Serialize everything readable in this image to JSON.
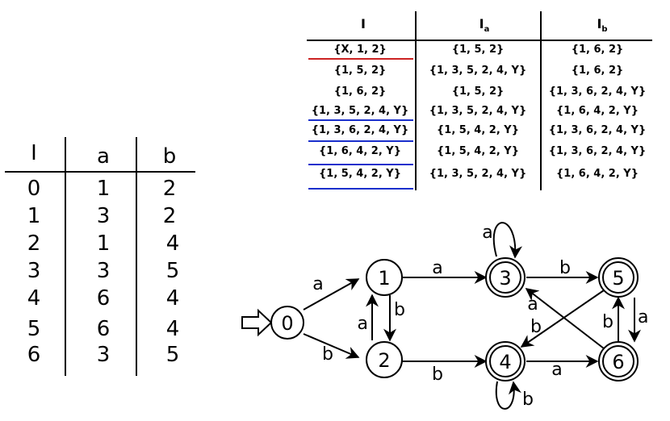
{
  "left_table": {
    "headers": [
      "I",
      "a",
      "b"
    ],
    "rows": [
      [
        "0",
        "1",
        "2"
      ],
      [
        "1",
        "3",
        "2"
      ],
      [
        "2",
        "1",
        "4"
      ],
      [
        "3",
        "3",
        "5"
      ],
      [
        "4",
        "6",
        "4"
      ],
      [
        "5",
        "6",
        "4"
      ],
      [
        "6",
        "3",
        "5"
      ]
    ]
  },
  "subset_table": {
    "header_i": "I",
    "header_ia_base": "I",
    "header_ia_sub": "a",
    "header_ib_base": "I",
    "header_ib_sub": "b",
    "rows": [
      [
        "{X, 1, 2}",
        "{1, 5, 2}",
        "{1, 6, 2}"
      ],
      [
        "{1, 5, 2}",
        "{1, 3, 5, 2, 4, Y}",
        "{1, 6, 2}"
      ],
      [
        "{1, 6, 2}",
        "{1, 5, 2}",
        "{1, 3, 6, 2, 4, Y}"
      ],
      [
        "{1, 3, 5, 2, 4, Y}",
        "{1, 3, 5, 2, 4, Y}",
        "{1, 6, 4, 2, Y}"
      ],
      [
        "{1, 3, 6, 2, 4, Y}",
        "{1, 5, 4, 2, Y}",
        "{1, 3, 6, 2, 4, Y}"
      ],
      [
        "{1, 6, 4, 2, Y}",
        "{1, 5, 4, 2, Y}",
        "{1, 3, 6, 2, 4, Y}"
      ],
      [
        "{1, 5, 4, 2, Y}",
        "{1, 3, 5, 2, 4, Y}",
        "{1, 6, 4, 2, Y}"
      ]
    ],
    "underline_colors": {
      "red": "#cc2222",
      "blue": "#1a2fcc"
    }
  },
  "automaton": {
    "states": [
      {
        "label": "0",
        "accepting": false
      },
      {
        "label": "1",
        "accepting": false
      },
      {
        "label": "2",
        "accepting": false
      },
      {
        "label": "3",
        "accepting": true
      },
      {
        "label": "4",
        "accepting": true
      },
      {
        "label": "5",
        "accepting": true
      },
      {
        "label": "6",
        "accepting": true
      }
    ],
    "start_state": "0",
    "edge_labels": {
      "e01": "a",
      "e02": "b",
      "e12": "b",
      "e21": "a",
      "e13": "a",
      "e24": "b",
      "e33": "a",
      "e35": "b",
      "e54": "b",
      "e63": "a",
      "e56": "a",
      "e65": "b",
      "e46": "a",
      "e44": "b"
    }
  }
}
